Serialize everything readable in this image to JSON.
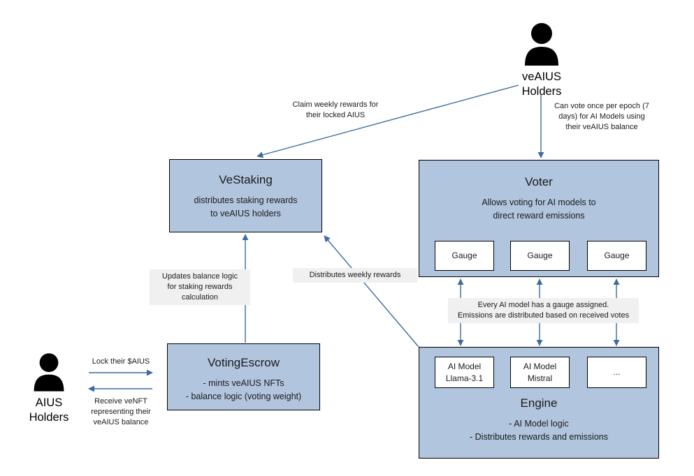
{
  "diagram": {
    "title_hidden": "",
    "colors": {
      "node_fill": "#b1c5de",
      "node_stroke": "#000000",
      "subbox_fill": "#ffffff",
      "arrow": "#3f6a9e",
      "label_shade": "#f0f0f0"
    },
    "actors": [
      {
        "id": "veaius-holders",
        "label": "veAIUS\nHolders",
        "icon": "person-icon"
      },
      {
        "id": "aius-holders",
        "label": "AIUS\nHolders",
        "icon": "person-icon"
      }
    ],
    "nodes": [
      {
        "id": "vestaking",
        "title": "VeStaking",
        "subtitle": "distributes staking rewards\nto veAIUS holders"
      },
      {
        "id": "voter",
        "title": "Voter",
        "subtitle": "Allows voting for AI models to\ndirect reward emissions",
        "children": [
          {
            "id": "gauge-1",
            "label": "Gauge"
          },
          {
            "id": "gauge-2",
            "label": "Gauge"
          },
          {
            "id": "gauge-3",
            "label": "Gauge"
          }
        ]
      },
      {
        "id": "votingescrow",
        "title": "VotingEscrow",
        "subtitle": "- mints veAIUS NFTs\n- balance logic (voting weight)"
      },
      {
        "id": "engine",
        "title": "Engine",
        "subtitle": "- AI Model logic\n- Distributes rewards and emissions",
        "children": [
          {
            "id": "ai-model-1",
            "label": "AI Model\nLlama-3.1"
          },
          {
            "id": "ai-model-2",
            "label": "AI Model\nMistral"
          },
          {
            "id": "ai-model-3",
            "label": "..."
          }
        ]
      }
    ],
    "edge_labels": [
      {
        "id": "claim-weekly-rewards",
        "text": "Claim weekly rewards for\ntheir locked AIUS",
        "style": "plain"
      },
      {
        "id": "vote-once-per-epoch",
        "text": "Can vote once per epoch (7\ndays)  for AI Models using\ntheir veAIUS balance",
        "style": "plain"
      },
      {
        "id": "updates-balance-logic",
        "text": "Updates balance logic\nfor staking rewards\ncalculation",
        "style": "shaded"
      },
      {
        "id": "distributes-weekly-rewards",
        "text": "Distributes weekly rewards",
        "style": "shaded"
      },
      {
        "id": "gauge-assignment",
        "text": "Every AI model has a gauge assigned.\nEmissions are distributed based on received votes",
        "style": "shaded"
      },
      {
        "id": "lock-their-aius",
        "text": "Lock their $AIUS",
        "style": "plain"
      },
      {
        "id": "receive-venft",
        "text": "Receive veNFT\nrepresenting their\nveAIUS balance",
        "style": "plain"
      }
    ]
  }
}
